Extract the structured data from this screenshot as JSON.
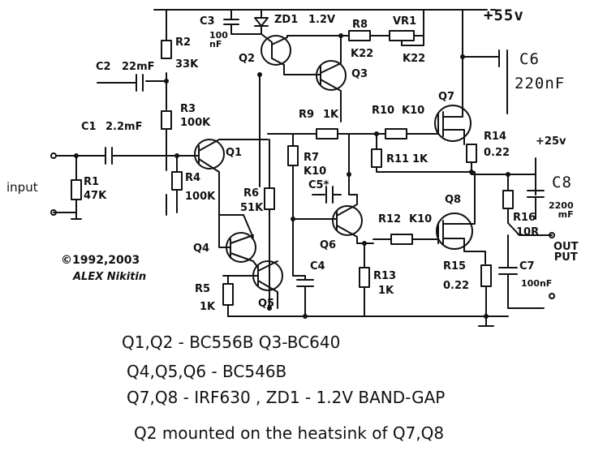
{
  "rails": {
    "vplus": "+55v",
    "vaux": "+25v"
  },
  "components": {
    "C3": {
      "ref": "C3",
      "value": "100\nnF"
    },
    "ZD1": {
      "ref": "ZD1",
      "value": "1.2V"
    },
    "R8": {
      "ref": "R8",
      "value": "K22"
    },
    "VR1": {
      "ref": "VR1",
      "value": "K22"
    },
    "R2": {
      "ref": "R2",
      "value": "33K"
    },
    "C2": {
      "ref": "C2",
      "value": "22mF"
    },
    "C6": {
      "ref": "C6",
      "value": "220nF"
    },
    "R3": {
      "ref": "R3",
      "value": "100K"
    },
    "C1": {
      "ref": "C1",
      "value": "2.2mF"
    },
    "R1": {
      "ref": "R1",
      "value": "47K"
    },
    "R4": {
      "ref": "R4",
      "value": "100K"
    },
    "R9": {
      "ref": "R9",
      "value": "1K"
    },
    "R10": {
      "ref": "R10",
      "value": "K10"
    },
    "R7": {
      "ref": "R7",
      "value": "K10"
    },
    "R11": {
      "ref": "R11",
      "value": "1K"
    },
    "R14": {
      "ref": "R14",
      "value": "0.22"
    },
    "C5": {
      "ref": "C5*",
      "value": ""
    },
    "R6": {
      "ref": "R6",
      "value": "51K"
    },
    "R12": {
      "ref": "R12",
      "value": "K10"
    },
    "C8": {
      "ref": "C8",
      "value": "2200\nmF"
    },
    "R16": {
      "ref": "R16",
      "value": "10R"
    },
    "C4": {
      "ref": "C4",
      "value": ""
    },
    "R5": {
      "ref": "R5",
      "value": "1K"
    },
    "R13": {
      "ref": "R13",
      "value": "1K"
    },
    "R15": {
      "ref": "R15",
      "value": "0.22"
    },
    "C7": {
      "ref": "C7",
      "value": "100nF"
    }
  },
  "transistors": [
    "Q1",
    "Q2",
    "Q3",
    "Q4",
    "Q5",
    "Q6",
    "Q7",
    "Q8"
  ],
  "labels": {
    "input": "input",
    "output": "OUT\nPUT",
    "copyright": "©1992,2003",
    "author": "ALEX Nikitin"
  },
  "notes": [
    "Q1,Q2 - BC556B   Q3-BC640",
    "Q4,Q5,Q6 - BC546B",
    "Q7,Q8 - IRF630 , ZD1 - 1.2V BAND-GAP",
    "Q2 mounted on the heatsink of Q7,Q8"
  ]
}
